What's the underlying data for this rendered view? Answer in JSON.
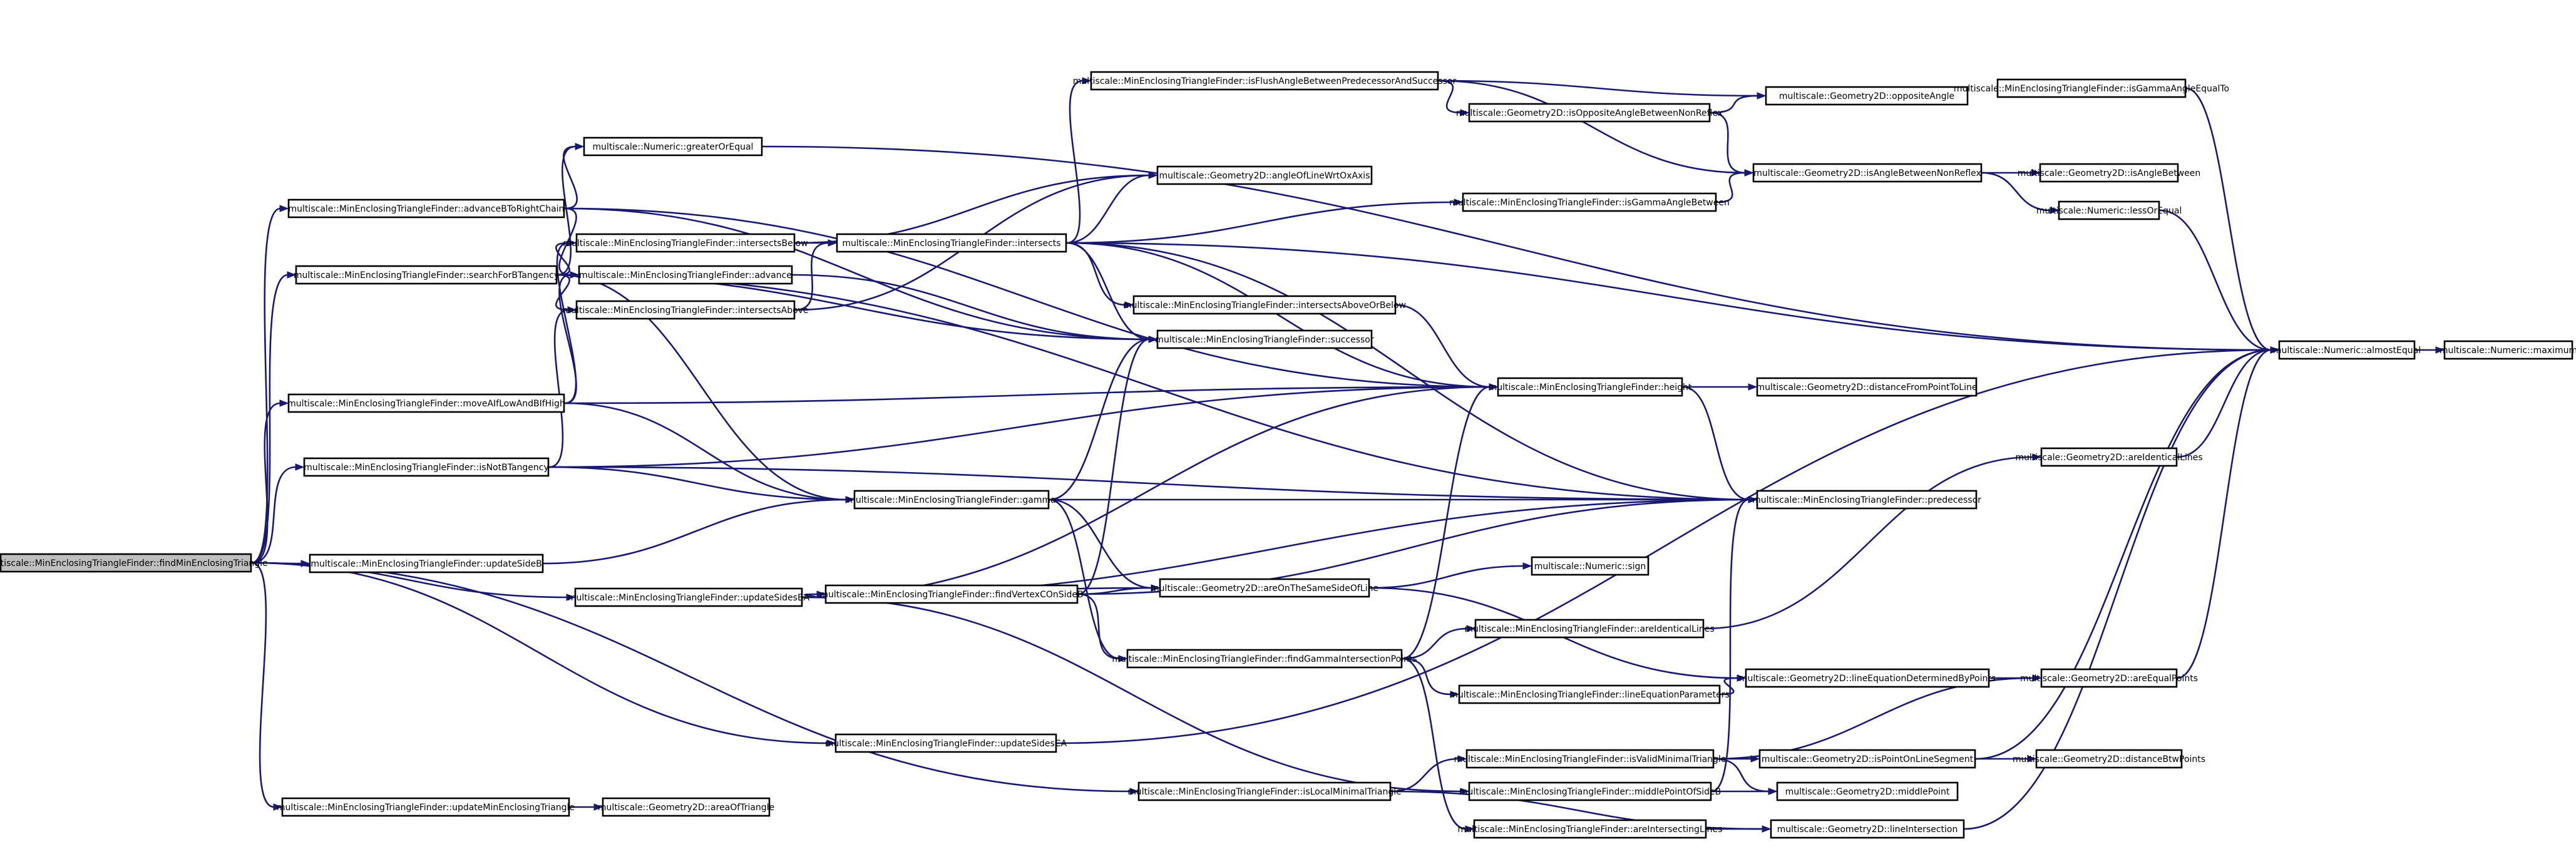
{
  "graph": {
    "colors": {
      "root_fill": "#bfbfbf",
      "node_fill": "#ffffff",
      "border": "#000000",
      "edge": "#191970"
    },
    "nodes": [
      {
        "id": "root",
        "label": "multiscale::MinEnclosingTriangleFinder::findMinEnclosingTriangle",
        "root": true
      },
      {
        "id": "advBRC",
        "label": "multiscale::MinEnclosingTriangleFinder::advanceBToRightChain"
      },
      {
        "id": "searchFB",
        "label": "multiscale::MinEnclosingTriangleFinder::searchForBTangency"
      },
      {
        "id": "moveAlt",
        "label": "multiscale::MinEnclosingTriangleFinder::moveAIfLowAndBIfHigh"
      },
      {
        "id": "isNotB",
        "label": "multiscale::MinEnclosingTriangleFinder::isNotBTangency"
      },
      {
        "id": "updB",
        "label": "multiscale::MinEnclosingTriangleFinder::updateSideB"
      },
      {
        "id": "updBA",
        "label": "multiscale::MinEnclosingTriangleFinder::updateSidesBA"
      },
      {
        "id": "updCA",
        "label": "multiscale::MinEnclosingTriangleFinder::updateSidesCA"
      },
      {
        "id": "isLocal",
        "label": "multiscale::MinEnclosingTriangleFinder::isLocalMinimalTriangle"
      },
      {
        "id": "updMin",
        "label": "multiscale::MinEnclosingTriangleFinder::updateMinEnclosingTriangle"
      },
      {
        "id": "areaTri",
        "label": "multiscale::Geometry2D::areaOfTriangle"
      },
      {
        "id": "gte",
        "label": "multiscale::Numeric::greaterOrEqual"
      },
      {
        "id": "intBelow",
        "label": "multiscale::MinEnclosingTriangleFinder::intersectsBelow"
      },
      {
        "id": "advance",
        "label": "multiscale::MinEnclosingTriangleFinder::advance"
      },
      {
        "id": "intAbove",
        "label": "multiscale::MinEnclosingTriangleFinder::intersectsAbove"
      },
      {
        "id": "gamma",
        "label": "multiscale::MinEnclosingTriangleFinder::gamma"
      },
      {
        "id": "findVC",
        "label": "multiscale::MinEnclosingTriangleFinder::findVertexCOnSideB"
      },
      {
        "id": "findGIP",
        "label": "multiscale::MinEnclosingTriangleFinder::findGammaIntersectionPoints"
      },
      {
        "id": "isFlush",
        "label": "multiscale::MinEnclosingTriangleFinder::isFlushAngleBetweenPredecessorAndSuccessor"
      },
      {
        "id": "angleOx",
        "label": "multiscale::Geometry2D::angleOfLineWrtOxAxis"
      },
      {
        "id": "intersects",
        "label": "multiscale::MinEnclosingTriangleFinder::intersects"
      },
      {
        "id": "intAB",
        "label": "multiscale::MinEnclosingTriangleFinder::intersectsAboveOrBelow"
      },
      {
        "id": "successor",
        "label": "multiscale::MinEnclosingTriangleFinder::successor"
      },
      {
        "id": "areOnSame",
        "label": "multiscale::Geometry2D::areOnTheSameSideOfLine"
      },
      {
        "id": "isOppNR",
        "label": "multiscale::Geometry2D::isOppositeAngleBetweenNonReflex"
      },
      {
        "id": "isGammaAB",
        "label": "multiscale::MinEnclosingTriangleFinder::isGammaAngleBetween"
      },
      {
        "id": "height",
        "label": "multiscale::MinEnclosingTriangleFinder::height"
      },
      {
        "id": "areIdentMEF",
        "label": "multiscale::MinEnclosingTriangleFinder::areIdenticalLines"
      },
      {
        "id": "lineEqParams",
        "label": "multiscale::MinEnclosingTriangleFinder::lineEquationParameters"
      },
      {
        "id": "isValid",
        "label": "multiscale::MinEnclosingTriangleFinder::isValidMinimalTriangle"
      },
      {
        "id": "midB",
        "label": "multiscale::MinEnclosingTriangleFinder::middlePointOfSideB"
      },
      {
        "id": "areInt",
        "label": "multiscale::MinEnclosingTriangleFinder::areIntersectingLines"
      },
      {
        "id": "oppAngle",
        "label": "multiscale::Geometry2D::oppositeAngle"
      },
      {
        "id": "isAngBNR",
        "label": "multiscale::Geometry2D::isAngleBetweenNonReflex"
      },
      {
        "id": "distPL",
        "label": "multiscale::Geometry2D::distanceFromPointToLine"
      },
      {
        "id": "predecessor",
        "label": "multiscale::MinEnclosingTriangleFinder::predecessor"
      },
      {
        "id": "sign",
        "label": "multiscale::Numeric::sign"
      },
      {
        "id": "lineEqDet",
        "label": "multiscale::Geometry2D::lineEquationDeterminedByPoints"
      },
      {
        "id": "isPOLS",
        "label": "multiscale::Geometry2D::isPointOnLineSegment"
      },
      {
        "id": "midPoint",
        "label": "multiscale::Geometry2D::middlePoint"
      },
      {
        "id": "lineInt",
        "label": "multiscale::Geometry2D::lineIntersection"
      },
      {
        "id": "isGammaEq",
        "label": "multiscale::MinEnclosingTriangleFinder::isGammaAngleEqualTo"
      },
      {
        "id": "isAngB",
        "label": "multiscale::Geometry2D::isAngleBetween"
      },
      {
        "id": "lessEq",
        "label": "multiscale::Numeric::lessOrEqual"
      },
      {
        "id": "areIdentG",
        "label": "multiscale::Geometry2D::areIdenticalLines"
      },
      {
        "id": "areEqP",
        "label": "multiscale::Geometry2D::areEqualPoints"
      },
      {
        "id": "distBP",
        "label": "multiscale::Geometry2D::distanceBtwPoints"
      },
      {
        "id": "almostEq",
        "label": "multiscale::Numeric::almostEqual"
      },
      {
        "id": "maximum",
        "label": "multiscale::Numeric::maximum"
      }
    ],
    "edges": [
      [
        "root",
        "advBRC"
      ],
      [
        "root",
        "searchFB"
      ],
      [
        "root",
        "moveAlt"
      ],
      [
        "root",
        "isNotB"
      ],
      [
        "root",
        "updB"
      ],
      [
        "root",
        "updBA"
      ],
      [
        "root",
        "updCA"
      ],
      [
        "root",
        "isLocal"
      ],
      [
        "root",
        "updMin"
      ],
      [
        "advBRC",
        "gte"
      ],
      [
        "advBRC",
        "advance"
      ],
      [
        "advBRC",
        "height"
      ],
      [
        "advBRC",
        "successor"
      ],
      [
        "searchFB",
        "gte"
      ],
      [
        "searchFB",
        "intBelow"
      ],
      [
        "searchFB",
        "advance"
      ],
      [
        "searchFB",
        "intAbove"
      ],
      [
        "searchFB",
        "gamma"
      ],
      [
        "searchFB",
        "predecessor"
      ],
      [
        "searchFB",
        "successor"
      ],
      [
        "moveAlt",
        "intBelow"
      ],
      [
        "moveAlt",
        "advance"
      ],
      [
        "moveAlt",
        "gamma"
      ],
      [
        "moveAlt",
        "height"
      ],
      [
        "isNotB",
        "intAbove"
      ],
      [
        "isNotB",
        "gamma"
      ],
      [
        "isNotB",
        "height"
      ],
      [
        "isNotB",
        "predecessor"
      ],
      [
        "updB",
        "gamma"
      ],
      [
        "updBA",
        "findVC"
      ],
      [
        "updBA",
        "predecessor"
      ],
      [
        "updBA",
        "height"
      ],
      [
        "updBA",
        "midB"
      ],
      [
        "updBA",
        "areOnSame"
      ],
      [
        "updCA",
        "almostEq"
      ],
      [
        "isLocal",
        "isValid"
      ],
      [
        "isLocal",
        "lineInt"
      ],
      [
        "updMin",
        "areaTri"
      ],
      [
        "gte",
        "almostEq"
      ],
      [
        "intBelow",
        "intersects"
      ],
      [
        "intBelow",
        "angleOx"
      ],
      [
        "intAbove",
        "intersects"
      ],
      [
        "intAbove",
        "angleOx"
      ],
      [
        "advance",
        "successor"
      ],
      [
        "gamma",
        "successor"
      ],
      [
        "gamma",
        "predecessor"
      ],
      [
        "gamma",
        "areOnSame"
      ],
      [
        "gamma",
        "findGIP"
      ],
      [
        "findVC",
        "areOnSame"
      ],
      [
        "findVC",
        "findGIP"
      ],
      [
        "findVC",
        "successor"
      ],
      [
        "findVC",
        "predecessor"
      ],
      [
        "findGIP",
        "height"
      ],
      [
        "findGIP",
        "areIdentMEF"
      ],
      [
        "findGIP",
        "lineEqParams"
      ],
      [
        "findGIP",
        "areInt"
      ],
      [
        "intersects",
        "isFlush"
      ],
      [
        "intersects",
        "angleOx"
      ],
      [
        "intersects",
        "intAB"
      ],
      [
        "intersects",
        "successor"
      ],
      [
        "intersects",
        "isGammaAB"
      ],
      [
        "intersects",
        "almostEq"
      ],
      [
        "intersects",
        "predecessor"
      ],
      [
        "intersects",
        "height"
      ],
      [
        "isFlush",
        "oppAngle"
      ],
      [
        "isFlush",
        "isOppNR"
      ],
      [
        "isFlush",
        "isAngBNR"
      ],
      [
        "isOppNR",
        "oppAngle"
      ],
      [
        "isOppNR",
        "isAngBNR"
      ],
      [
        "isGammaAB",
        "isAngBNR"
      ],
      [
        "isGammaEq",
        "almostEq"
      ],
      [
        "intAB",
        "height"
      ],
      [
        "height",
        "distPL"
      ],
      [
        "height",
        "predecessor"
      ],
      [
        "areOnSame",
        "sign"
      ],
      [
        "areOnSame",
        "lineEqDet"
      ],
      [
        "areIdentMEF",
        "areIdentG"
      ],
      [
        "lineEqParams",
        "lineEqDet"
      ],
      [
        "isValid",
        "isPOLS"
      ],
      [
        "isValid",
        "midPoint"
      ],
      [
        "isValid",
        "areEqP"
      ],
      [
        "midB",
        "midPoint"
      ],
      [
        "midB",
        "predecessor"
      ],
      [
        "areInt",
        "lineInt"
      ],
      [
        "isAngBNR",
        "isAngB"
      ],
      [
        "isAngBNR",
        "lessEq"
      ],
      [
        "lessEq",
        "almostEq"
      ],
      [
        "areIdentG",
        "almostEq"
      ],
      [
        "lineEqDet",
        "areEqP"
      ],
      [
        "areEqP",
        "almostEq"
      ],
      [
        "isPOLS",
        "distBP"
      ],
      [
        "isPOLS",
        "almostEq"
      ],
      [
        "lineInt",
        "almostEq"
      ],
      [
        "almostEq",
        "maximum"
      ]
    ]
  }
}
